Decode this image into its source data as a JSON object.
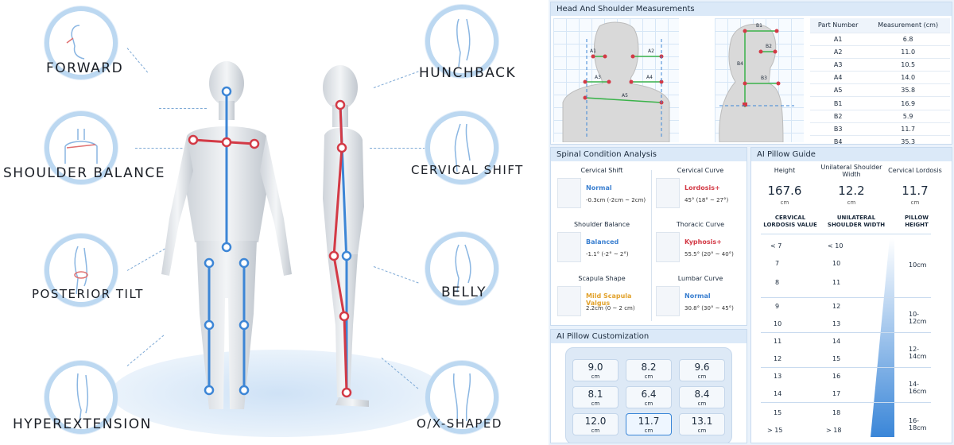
{
  "posture_conditions": {
    "forward": "FORWARD",
    "shoulder_balance": "SHOULDER BALANCE",
    "posterior_tilt": "POSTERIOR TILT",
    "hyperextension": "HYPEREXTENSION",
    "hunchback": "HUNCHBACK",
    "cervical_shift": "CERVICAL SHIFT",
    "belly": "BELLY",
    "ox_shaped": "O/X-SHAPED"
  },
  "head_shoulder": {
    "title": "Head And Shoulder Measurements",
    "col_part": "Part Number",
    "col_meas": "Measurement (cm)",
    "rows": [
      {
        "part": "A1",
        "value": "6.8"
      },
      {
        "part": "A2",
        "value": "11.0"
      },
      {
        "part": "A3",
        "value": "10.5"
      },
      {
        "part": "A4",
        "value": "14.0"
      },
      {
        "part": "A5",
        "value": "35.8"
      },
      {
        "part": "B1",
        "value": "16.9"
      },
      {
        "part": "B2",
        "value": "5.9"
      },
      {
        "part": "B3",
        "value": "11.7"
      },
      {
        "part": "B4",
        "value": "35.3"
      }
    ],
    "front_labels": {
      "a1": "A1",
      "a2": "A2",
      "a3": "A3",
      "a4": "A4",
      "a5": "A5"
    },
    "side_labels": {
      "b1": "B1",
      "b2": "B2",
      "b3": "B3",
      "b4": "B4"
    }
  },
  "spinal": {
    "title": "Spinal Condition Analysis",
    "cervical_shift": {
      "title": "Cervical Shift",
      "status": "Normal",
      "value": "-0.3cm  (-2cm ~ 2cm)"
    },
    "cervical_curve": {
      "title": "Cervical Curve",
      "status": "Lordosis+",
      "value": "45°  (18° ~ 27°)"
    },
    "shoulder_balance": {
      "title": "Shoulder Balance",
      "status": "Balanced",
      "value": "-1.1°  (-2° ~ 2°)"
    },
    "thoracic_curve": {
      "title": "Thoracic Curve",
      "status": "Kyphosis+",
      "value": "55.5°  (20° ~ 40°)"
    },
    "scapula_shape": {
      "title": "Scapula Shape",
      "status": "Mild Scapula Valgus",
      "value": "2.2cm  (0 ~ 2 cm)"
    },
    "lumbar_curve": {
      "title": "Lumbar Curve",
      "status": "Normal",
      "value": "30.8°  (30° ~ 45°)"
    },
    "colors": {
      "normal": "#3a7fd0",
      "warning": "#d33a46",
      "mild": "#e2a22c"
    }
  },
  "guide": {
    "title": "AI Pillow Guide",
    "height": {
      "label": "Height",
      "value": "167.6",
      "unit": "cm"
    },
    "shoulder": {
      "label": "Unilateral Shoulder Width",
      "value": "12.2",
      "unit": "cm"
    },
    "lordosis": {
      "label": "Cervical Lordosis",
      "value": "11.7",
      "unit": "cm"
    },
    "cols": {
      "lordosis": "CERVICAL LORDOSIS VALUE",
      "shoulder": "UNILATERAL SHOULDER WIDTH",
      "pillow": "PILLOW HEIGHT"
    },
    "groups": [
      {
        "lordosis": [
          "< 7",
          "7",
          "8"
        ],
        "shoulder": [
          "< 10",
          "10",
          "11"
        ],
        "pillow": "10cm"
      },
      {
        "lordosis": [
          "9",
          "10"
        ],
        "shoulder": [
          "12",
          "13"
        ],
        "pillow": "10-12cm"
      },
      {
        "lordosis": [
          "11",
          "12"
        ],
        "shoulder": [
          "14",
          "15"
        ],
        "pillow": "12-14cm"
      },
      {
        "lordosis": [
          "13",
          "14"
        ],
        "shoulder": [
          "16",
          "17"
        ],
        "pillow": "14-16cm"
      },
      {
        "lordosis": [
          "15",
          "> 15"
        ],
        "shoulder": [
          "18",
          "> 18"
        ],
        "pillow": "16-18cm"
      }
    ]
  },
  "custom": {
    "title": "AI Pillow Customization",
    "unit": "cm",
    "cells": [
      [
        "9.0",
        "8.2",
        "9.6"
      ],
      [
        "8.1",
        "6.4",
        "8.4"
      ],
      [
        "12.0",
        "11.7",
        "13.1"
      ]
    ],
    "accent": "#3a86d8"
  }
}
